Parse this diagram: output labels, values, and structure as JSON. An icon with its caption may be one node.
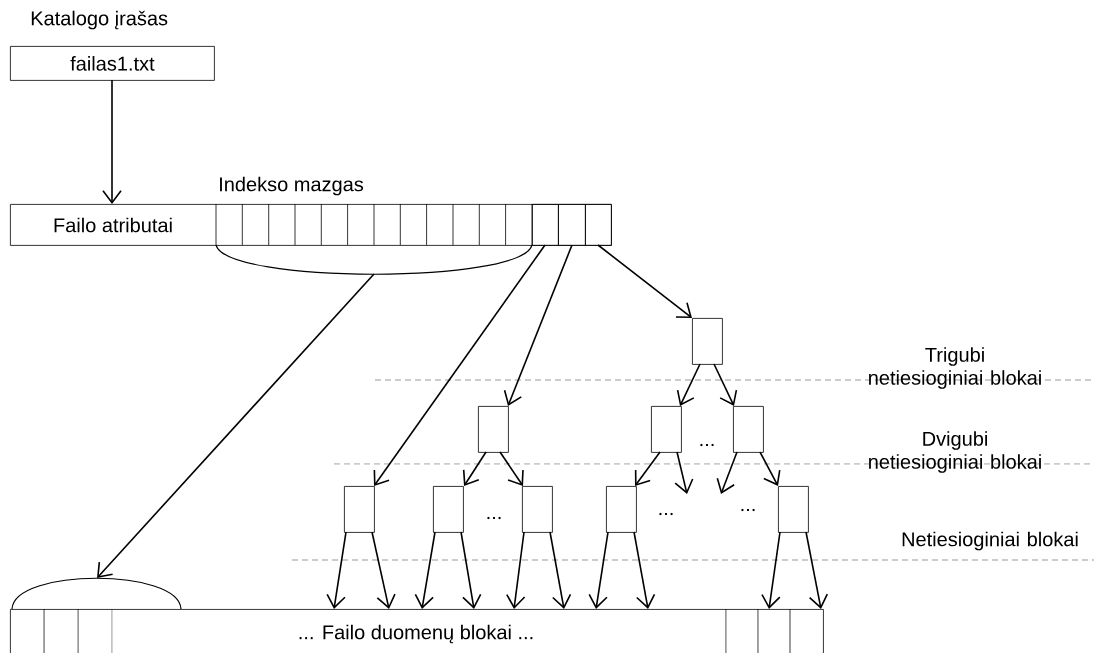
{
  "diagram": {
    "nodes": [
      {
        "text": [
          "failas1.txt"
        ],
        "beside": [
          "Katalogo įrašas"
        ]
      },
      {
        "text": [
          "Failo atributai"
        ],
        "beside": [
          "Indekso mazgas"
        ]
      },
      {
        "text": [],
        "shape": "arc"
      },
      {
        "text": [],
        "shape": "box",
        "in": 1
      },
      {
        "text": [],
        "shape": "box",
        "in": 1
      },
      {
        "text": [],
        "shape": "box",
        "in": 1
      },
      {
        "text": [],
        "shape": "box"
      },
      {
        "text": [],
        "shape": "box"
      },
      {
        "text": [],
        "shape": "box"
      },
      {
        "text": [],
        "shape": "box"
      },
      {
        "text": [],
        "shape": "box"
      },
      {
        "text": [],
        "shape": "box"
      },
      {
        "text": [],
        "shape": "box"
      },
      {
        "text": [],
        "shape": "box"
      },
      {
        "text": [],
        "shape": "box"
      },
      {
        "text": [],
        "shape": "arc"
      },
      {
        "text": [
          "... Failo duomenų blokai ..."
        ]
      }
    ],
    "edges": [
      {
        "from": 0,
        "to": 1,
        "arrow": "to"
      },
      {
        "from": 2,
        "to": 15,
        "arrow": "to"
      },
      {
        "from": 3,
        "to": 10,
        "arrow": "to"
      },
      {
        "from": 4,
        "to": 7,
        "arrow": "to"
      },
      {
        "from": 5,
        "to": 6,
        "arrow": "to"
      },
      {
        "from": 6,
        "to": 8,
        "arrow": "to"
      },
      {
        "from": 6,
        "to": 9,
        "arrow": "to"
      },
      {
        "from": 7,
        "to": 11,
        "arrow": "to"
      },
      {
        "from": 7,
        "to": 12,
        "arrow": "to"
      },
      {
        "from": 8,
        "to": 13,
        "arrow": "to"
      },
      {
        "from": 8,
        "to": null,
        "arrow": "to"
      },
      {
        "from": 9,
        "to": null,
        "arrow": "to"
      },
      {
        "from": 9,
        "to": 14,
        "arrow": "to"
      },
      {
        "from": 10,
        "to": 16,
        "arrow": "to"
      },
      {
        "from": 10,
        "to": 16,
        "arrow": "to"
      },
      {
        "from": 11,
        "to": 16,
        "arrow": "to"
      },
      {
        "from": 11,
        "to": 16,
        "arrow": "to"
      },
      {
        "from": 12,
        "to": 16,
        "arrow": "to"
      },
      {
        "from": 12,
        "to": 16,
        "arrow": "to"
      },
      {
        "from": 13,
        "to": 16,
        "arrow": "to"
      },
      {
        "from": 13,
        "to": 16,
        "arrow": "to"
      },
      {
        "from": 14,
        "to": 16,
        "arrow": "to"
      },
      {
        "from": 14,
        "to": 16,
        "arrow": "to"
      }
    ],
    "labels": [
      "Trigubi netiesioginiai blokai",
      "Dvigubi netiesioginiai blokai",
      "...",
      "...",
      "...",
      "...",
      "Netiesioginiai blokai"
    ]
  }
}
